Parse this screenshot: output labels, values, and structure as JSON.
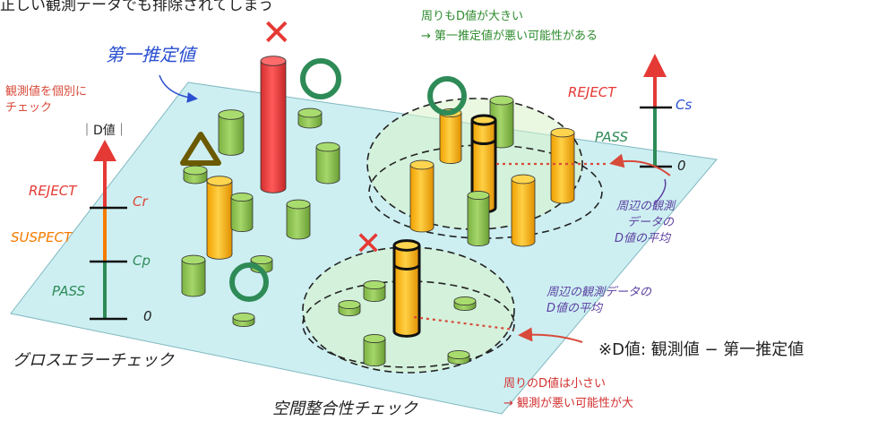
{
  "header": {
    "top_text": "正しい観測データでも排除されてしまう"
  },
  "labels": {
    "first_guess": "第一推定値",
    "individual_check_1": "観測値を個別に",
    "individual_check_2": "チェック",
    "d_value_axis": "｜D値｜",
    "gross_error_check": "グロスエラーチェック",
    "spatial_check": "空間整合性チェック",
    "footnote": "※D値: 観測値 − 第一推定値"
  },
  "gross_axis": {
    "reject": "REJECT",
    "suspect": "SUSPECT",
    "pass": "PASS",
    "cr": "Cr",
    "cp": "Cp",
    "zero": "0",
    "colors": {
      "reject": "#e53935",
      "suspect": "#f57c00",
      "pass": "#2e8b57"
    }
  },
  "spatial_axis": {
    "reject": "REJECT",
    "pass": "PASS",
    "cs": "Cs",
    "zero": "0"
  },
  "notes": {
    "top_right_1": "周りもD値が大きい",
    "top_right_2": "→ 第一推定値が悪い可能性がある",
    "avg_upper_1": "周辺の観測",
    "avg_upper_2": "データの",
    "avg_upper_3": "D値の平均",
    "avg_lower_1": "周辺の観測データの",
    "avg_lower_2": "D値の平均",
    "bottom_right_1": "周りのD値は小さい",
    "bottom_right_2": "→ 観測が悪い可能性が大"
  },
  "marks": {
    "cross": "✕"
  },
  "colors": {
    "plane": "#cdeff2",
    "green_cyl": "#8bc34a",
    "orange_cyl": "#ffb300",
    "red_cyl": "#e53935",
    "note_green": "#2e8b2e",
    "note_purple": "#5b3fa0",
    "note_red": "#d32f2f"
  }
}
